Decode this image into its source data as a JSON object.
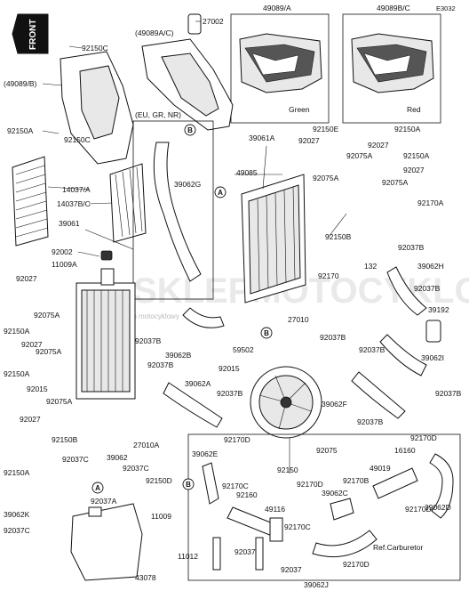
{
  "diagram_code": "E3032",
  "front_label": "FRONT",
  "watermark": {
    "main": "SKLEPMOTOCYKLOWY",
    "sub": "internetowy sklep motocyklowy"
  },
  "color_labels": {
    "green": "Green",
    "red": "Red"
  },
  "ref_label": "Ref.Carburetor",
  "region_label": "(EU, GR, NR)",
  "connectors": {
    "a": "A",
    "b": "B"
  },
  "parts": [
    {
      "id": "p1",
      "label": "27002"
    },
    {
      "id": "p2",
      "label": "49089/A"
    },
    {
      "id": "p3",
      "label": "49089B/C"
    },
    {
      "id": "p4",
      "label": "(49089A/C)"
    },
    {
      "id": "p5",
      "label": "92150C"
    },
    {
      "id": "p6",
      "label": "(49089/B)"
    },
    {
      "id": "p7",
      "label": "92150A"
    },
    {
      "id": "p8",
      "label": "92150C"
    },
    {
      "id": "p9",
      "label": "14037/A"
    },
    {
      "id": "p10",
      "label": "14037B/C"
    },
    {
      "id": "p11",
      "label": "39061"
    },
    {
      "id": "p12",
      "label": "92002"
    },
    {
      "id": "p13",
      "label": "11009A"
    },
    {
      "id": "p14",
      "label": "92027"
    },
    {
      "id": "p15",
      "label": "92075A"
    },
    {
      "id": "p16",
      "label": "92150A"
    },
    {
      "id": "p17",
      "label": "92027"
    },
    {
      "id": "p18",
      "label": "92075A"
    },
    {
      "id": "p19",
      "label": "92150A"
    },
    {
      "id": "p20",
      "label": "92015"
    },
    {
      "id": "p21",
      "label": "92075A"
    },
    {
      "id": "p22",
      "label": "92027"
    },
    {
      "id": "p23",
      "label": "92150B"
    },
    {
      "id": "p24",
      "label": "92150A"
    },
    {
      "id": "p25",
      "label": "39062G"
    },
    {
      "id": "p26",
      "label": "92037B"
    },
    {
      "id": "p27",
      "label": "39062B"
    },
    {
      "id": "p28",
      "label": "92037B"
    },
    {
      "id": "p29",
      "label": "39062A"
    },
    {
      "id": "p30",
      "label": "92037B"
    },
    {
      "id": "p31",
      "label": "27010A"
    },
    {
      "id": "p32",
      "label": "92037C"
    },
    {
      "id": "p33",
      "label": "39062"
    },
    {
      "id": "p34",
      "label": "92037C"
    },
    {
      "id": "p35",
      "label": "92150D"
    },
    {
      "id": "p36",
      "label": "39062K"
    },
    {
      "id": "p37",
      "label": "92037A"
    },
    {
      "id": "p38",
      "label": "92037C"
    },
    {
      "id": "p39",
      "label": "11009"
    },
    {
      "id": "p40",
      "label": "11012"
    },
    {
      "id": "p41",
      "label": "43078"
    },
    {
      "id": "p42",
      "label": "39061A"
    },
    {
      "id": "p43",
      "label": "92150E"
    },
    {
      "id": "p44",
      "label": "92150A"
    },
    {
      "id": "p45",
      "label": "92027"
    },
    {
      "id": "p46",
      "label": "92027"
    },
    {
      "id": "p47",
      "label": "92075A"
    },
    {
      "id": "p48",
      "label": "49085"
    },
    {
      "id": "p49",
      "label": "92075A"
    },
    {
      "id": "p50",
      "label": "92027"
    },
    {
      "id": "p51",
      "label": "92150A"
    },
    {
      "id": "p52",
      "label": "92075A"
    },
    {
      "id": "p53",
      "label": "92170A"
    },
    {
      "id": "p54",
      "label": "92150B"
    },
    {
      "id": "p55",
      "label": "92037B"
    },
    {
      "id": "p56",
      "label": "132"
    },
    {
      "id": "p57",
      "label": "39062H"
    },
    {
      "id": "p58",
      "label": "92170"
    },
    {
      "id": "p59",
      "label": "92037B"
    },
    {
      "id": "p60",
      "label": "39192"
    },
    {
      "id": "p61",
      "label": "27010"
    },
    {
      "id": "p62",
      "label": "59502"
    },
    {
      "id": "p63",
      "label": "92037B"
    },
    {
      "id": "p64",
      "label": "92037B"
    },
    {
      "id": "p65",
      "label": "39062I"
    },
    {
      "id": "p66",
      "label": "92015"
    },
    {
      "id": "p67",
      "label": "39062F"
    },
    {
      "id": "p68",
      "label": "92037B"
    },
    {
      "id": "p69",
      "label": "92037B"
    },
    {
      "id": "p70",
      "label": "92075"
    },
    {
      "id": "p71",
      "label": "92150"
    },
    {
      "id": "p72",
      "label": "92170D"
    },
    {
      "id": "p73",
      "label": "92170D"
    },
    {
      "id": "p74",
      "label": "39062E"
    },
    {
      "id": "p75",
      "label": "49019"
    },
    {
      "id": "p76",
      "label": "16160"
    },
    {
      "id": "p77",
      "label": "92170C"
    },
    {
      "id": "p78",
      "label": "92160"
    },
    {
      "id": "p79",
      "label": "92170D"
    },
    {
      "id": "p80",
      "label": "39062C"
    },
    {
      "id": "p81",
      "label": "92170B"
    },
    {
      "id": "p82",
      "label": "39062D"
    },
    {
      "id": "p83",
      "label": "49116"
    },
    {
      "id": "p84",
      "label": "92170C"
    },
    {
      "id": "p85",
      "label": "92170D"
    },
    {
      "id": "p86",
      "label": "92037"
    },
    {
      "id": "p87",
      "label": "92037"
    },
    {
      "id": "p88",
      "label": "92170D"
    },
    {
      "id": "p89",
      "label": "39062J"
    }
  ]
}
